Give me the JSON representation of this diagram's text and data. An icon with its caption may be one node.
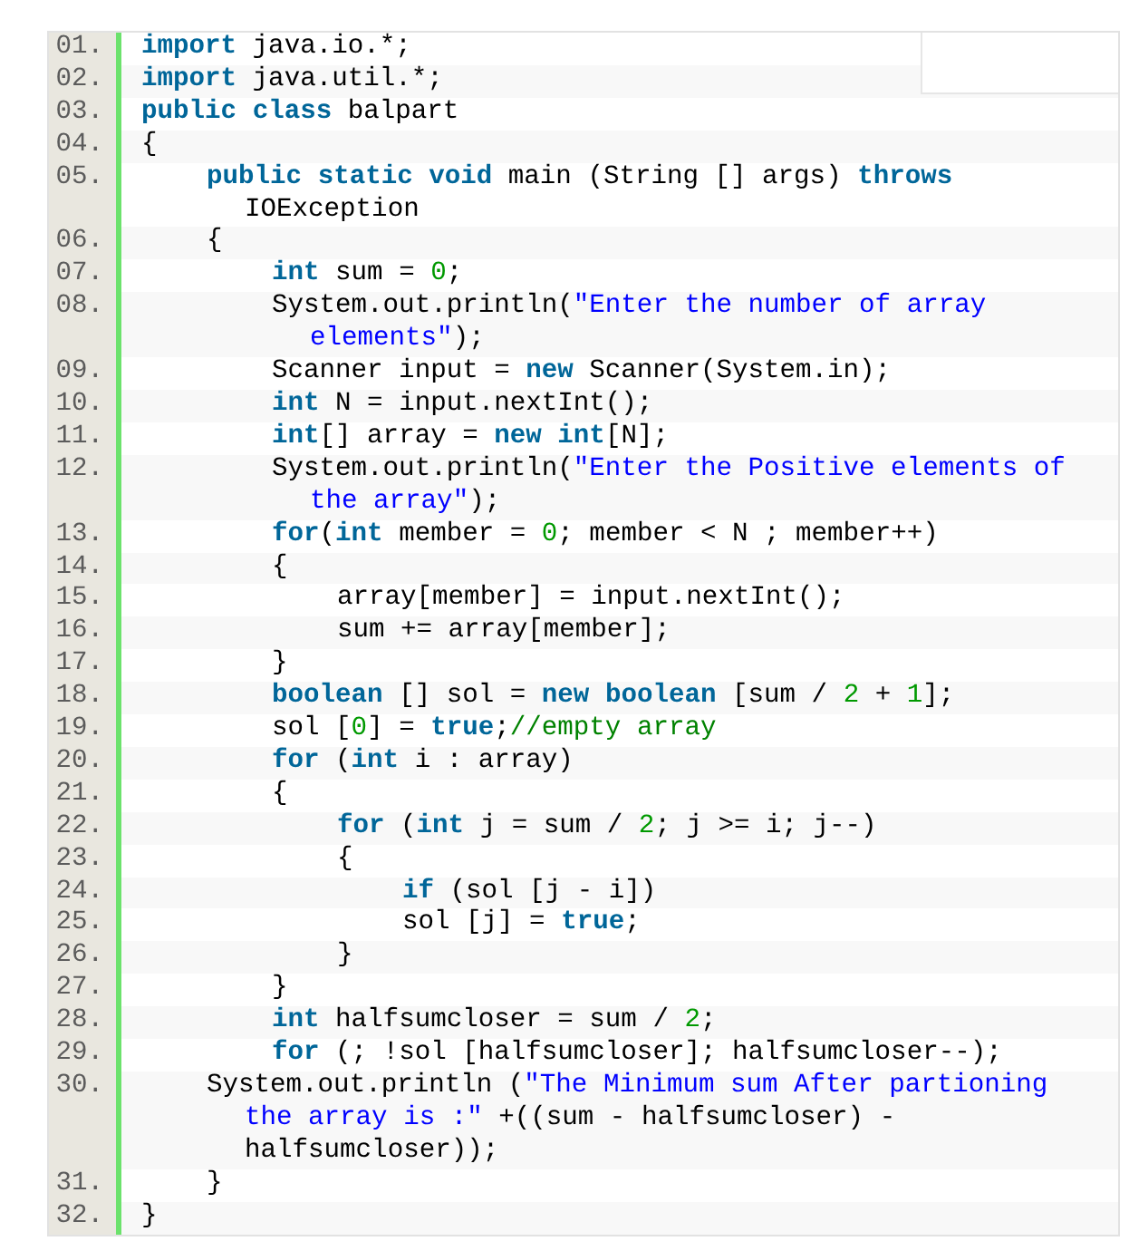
{
  "diagram": {
    "labels": [
      "01.",
      "**import** java.io.*;",
      "02.",
      "**import** java.util.*;",
      "03.",
      "**public** **class** balpart",
      "04.",
      "{",
      "05.",
      "**public** **static** **void** main (String [] args) **throws** IOException",
      "06.",
      "{",
      "07.",
      "**int** sum = 0;",
      "08.",
      "System.out.println(\"Enter the number of array elements\");",
      "09.",
      "Scanner input = **new** Scanner(System.in);",
      "10.",
      "**int** N = input.nextInt();",
      "11.",
      "**int**[] array = **new** **int**[N];",
      "12.",
      "System.out.println(\"Enter the Positive elements of the array\");",
      "13.",
      "**for**(**int** member = 0; member < N ; member++)",
      "14.",
      "{",
      "15.",
      "array[member] = input.nextInt();",
      "16.",
      "sum += array[member];",
      "17.",
      "}",
      "18.",
      "**boolean** [] sol = **new** **boolean** [sum / 2 + 1];",
      "19.",
      "sol [0] = **true**;//empty array",
      "20.",
      "**for** (**int** i : array)",
      "21.",
      "{",
      "22.",
      "**for** (**int** j = sum / 2; j >= i; j--)",
      "23.",
      "{",
      "24.",
      "**if** (sol [j - i])",
      "25.",
      "sol [j] = **true**;",
      "26.",
      "}",
      "27.",
      "}",
      "28.",
      "**int** halfsumcloser = sum / 2;",
      "29.",
      "**for** (; !sol [halfsumcloser]; halfsumcloser--);",
      "30.",
      "System.out.println (\"The Minimum sum After partioning the array is :\" +((sum - halfsumcloser) - halfsumcloser));",
      "31.",
      "}",
      "32.",
      "}"
    ]
  }
}
